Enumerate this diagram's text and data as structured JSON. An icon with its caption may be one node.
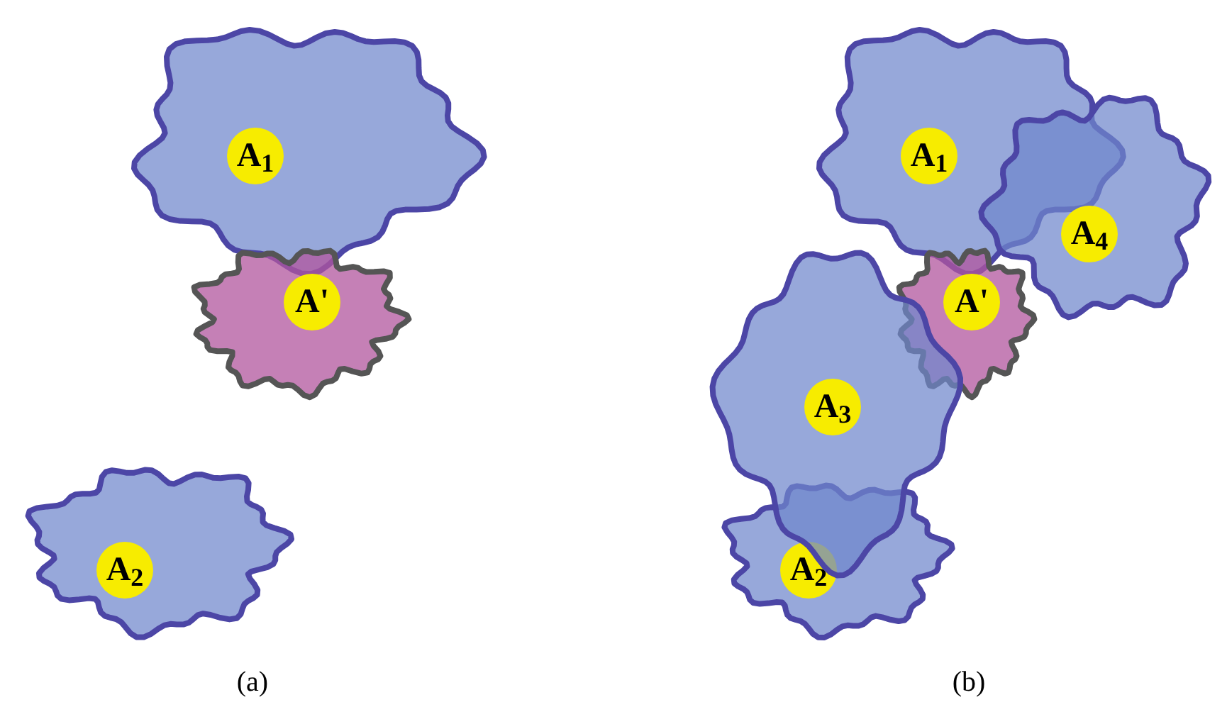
{
  "diagram": {
    "nodes": [
      {
        "text": [
          "A$_{1}$"
        ]
      },
      {
        "text": [
          "A'"
        ]
      },
      {
        "text": [
          "A$_{2}$"
        ]
      },
      {
        "text": [
          "A$_{1}$"
        ]
      },
      {
        "text": [
          "A$_{4}$"
        ]
      },
      {
        "text": [
          "A$_{3}$"
        ]
      },
      {
        "text": [
          "A'"
        ]
      },
      {
        "text": [
          "A$_{2}$"
        ]
      }
    ],
    "labels": [
      "(a)",
      "(b)"
    ]
  }
}
